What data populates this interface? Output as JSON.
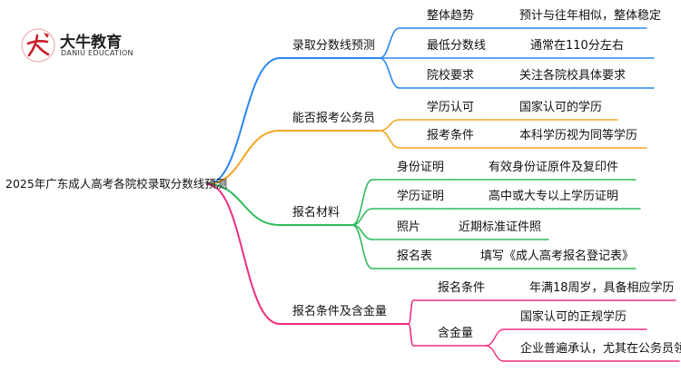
{
  "logo": {
    "text_cn": "大牛教育",
    "text_en": "DANIU EDUCATION"
  },
  "colors": {
    "blue": "#2b86f0",
    "orange": "#f3a623",
    "green": "#2dbb5b",
    "pink": "#ec2f7f"
  },
  "mindmap": {
    "root": "2025年广东成人高考各院校录取分数线预测",
    "branches": [
      {
        "label": "录取分数线预测",
        "color": "#2b86f0",
        "children": [
          {
            "label": "整体趋势",
            "children": [
              {
                "label": "预计与往年相似，整体稳定"
              }
            ]
          },
          {
            "label": "最低分数线",
            "children": [
              {
                "label": "通常在110分左右"
              }
            ]
          },
          {
            "label": "院校要求",
            "children": [
              {
                "label": "关注各院校具体要求"
              }
            ]
          }
        ]
      },
      {
        "label": "能否报考公务员",
        "color": "#f3a623",
        "children": [
          {
            "label": "学历认可",
            "children": [
              {
                "label": "国家认可的学历"
              }
            ]
          },
          {
            "label": "报考条件",
            "children": [
              {
                "label": "本科学历视为同等学历"
              }
            ]
          }
        ]
      },
      {
        "label": "报名材料",
        "color": "#2dbb5b",
        "children": [
          {
            "label": "身份证明",
            "children": [
              {
                "label": "有效身份证原件及复印件"
              }
            ]
          },
          {
            "label": "学历证明",
            "children": [
              {
                "label": "高中或大专以上学历证明"
              }
            ]
          },
          {
            "label": "照片",
            "children": [
              {
                "label": "近期标准证件照"
              }
            ]
          },
          {
            "label": "报名表",
            "children": [
              {
                "label": "填写《成人高考报名登记表》"
              }
            ]
          }
        ]
      },
      {
        "label": "报名条件及含金量",
        "color": "#ec2f7f",
        "children": [
          {
            "label": "报名条件",
            "children": [
              {
                "label": "年满18周岁，具备相应学历"
              }
            ]
          },
          {
            "label": "含金量",
            "children": [
              {
                "label": "国家认可的正规学历"
              },
              {
                "label": "企业普遍承认，尤其在公务员领域"
              }
            ]
          }
        ]
      }
    ]
  }
}
